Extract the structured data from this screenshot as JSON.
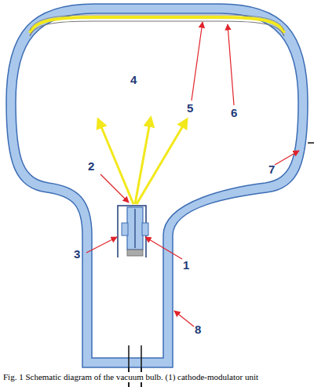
{
  "diagram": {
    "caption": "Fig. 1 Schematic diagram of the vacuum bulb. (1) cathode-modulator unit",
    "labels": [
      "1",
      "2",
      "3",
      "4",
      "5",
      "6",
      "7",
      "8"
    ]
  }
}
